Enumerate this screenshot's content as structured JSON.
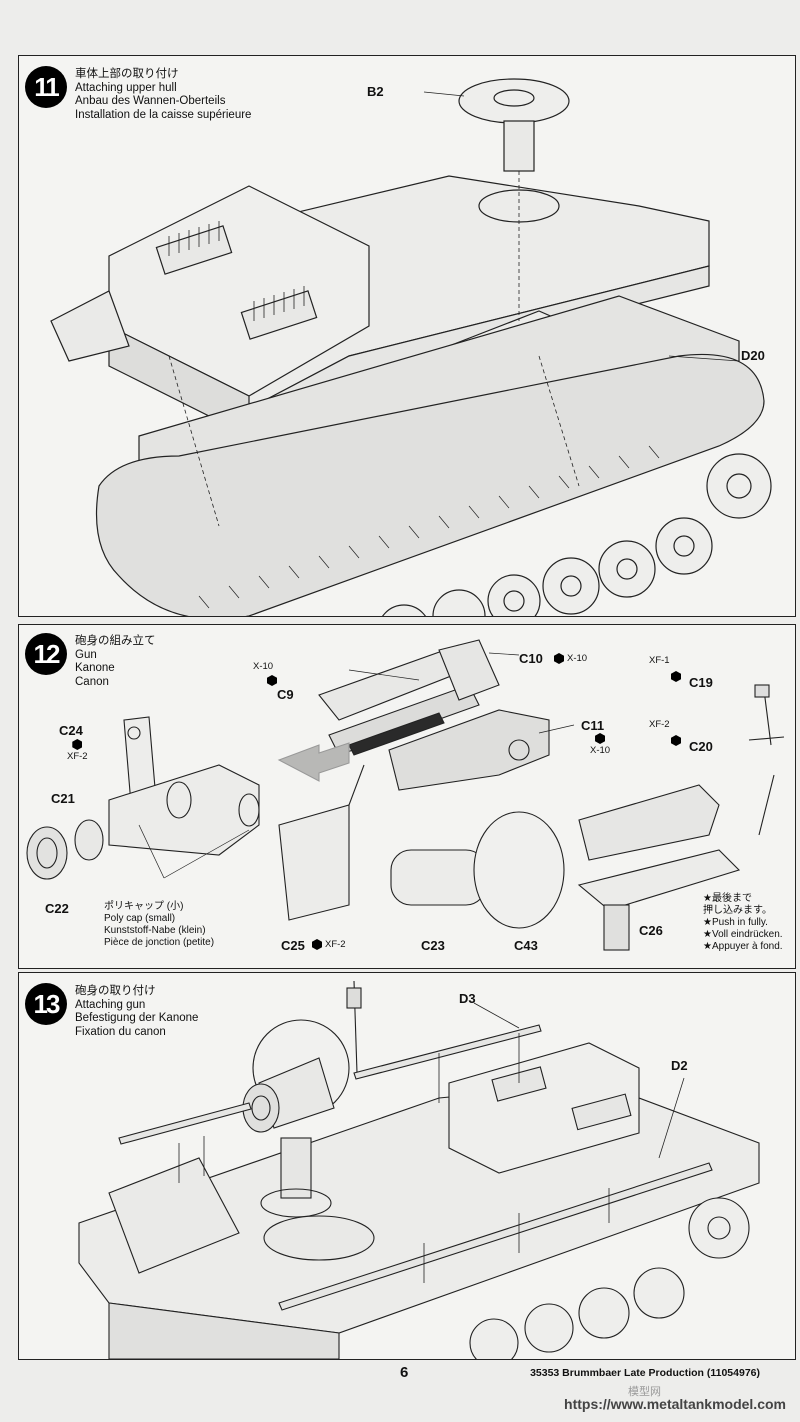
{
  "step11": {
    "number": "11",
    "title_jp": "車体上部の取り付け",
    "title_en": "Attaching upper hull",
    "title_de": "Anbau des Wannen-Oberteils",
    "title_fr": "Installation de la caisse supérieure",
    "parts": {
      "b2": "B2",
      "d20": "D20"
    }
  },
  "step12": {
    "number": "12",
    "title_jp": "砲身の組み立て",
    "title_en": "Gun",
    "title_de": "Kanone",
    "title_fr": "Canon",
    "parts": {
      "c9": "C9",
      "c10": "C10",
      "c11": "C11",
      "c19": "C19",
      "c20": "C20",
      "c21": "C21",
      "c22": "C22",
      "c23": "C23",
      "c24": "C24",
      "c25": "C25",
      "c26": "C26",
      "c43": "C43"
    },
    "paints": {
      "x10": "X-10",
      "xf2": "XF-2",
      "xf1": "XF-1"
    },
    "polycap": {
      "jp": "ポリキャップ (小)",
      "en": "Poly cap (small)",
      "de": "Kunststoff-Nabe (klein)",
      "fr": "Pièce de jonction (petite)"
    },
    "push": {
      "jp1": "★最後まで",
      "jp2": "押し込みます。",
      "en": "★Push in fully.",
      "de": "★Voll eindrücken.",
      "fr": "★Appuyer à fond."
    }
  },
  "step13": {
    "number": "13",
    "title_jp": "砲身の取り付け",
    "title_en": "Attaching gun",
    "title_de": "Befestigung der Kanone",
    "title_fr": "Fixation du canon",
    "parts": {
      "d3": "D3",
      "d2": "D2"
    }
  },
  "footer": {
    "page": "6",
    "product": "35353  Brummbaer Late Production (11054976)",
    "watermark": "https://www.metaltankmodel.com",
    "watermark_cn": "模型网"
  },
  "colors": {
    "ink": "#111111",
    "paper": "#f4f4f2",
    "line": "#222222"
  }
}
